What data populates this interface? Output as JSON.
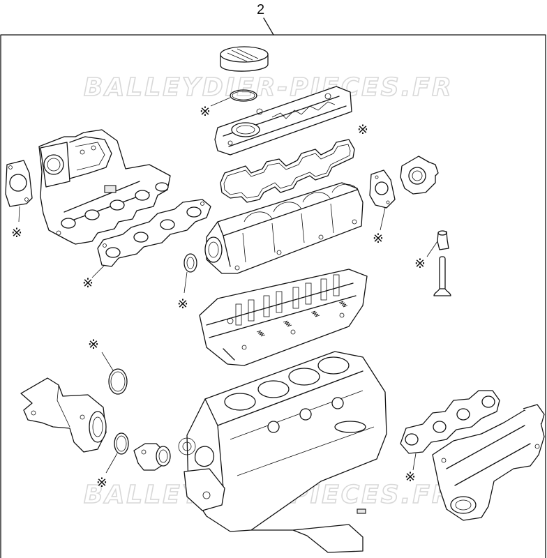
{
  "assembly_number": "2",
  "watermark_text": "BALLEYDIER-PIECES.FR",
  "gasket_marker": "※",
  "colors": {
    "line": "#111111",
    "watermark": "#d8d8d8",
    "background": "#ffffff"
  },
  "parts": [
    {
      "id": "oil-filler-cap",
      "marked": false
    },
    {
      "id": "filler-cap-seal",
      "marked": true
    },
    {
      "id": "camshaft-cover",
      "marked": false
    },
    {
      "id": "cam-cover-gasket",
      "marked": true
    },
    {
      "id": "intake-manifold",
      "marked": false
    },
    {
      "id": "throttle-flange-gasket",
      "marked": true
    },
    {
      "id": "intake-manifold-gasket",
      "marked": true
    },
    {
      "id": "camshaft-carrier",
      "marked": false
    },
    {
      "id": "camshaft-seal",
      "marked": true
    },
    {
      "id": "cover-plate-gasket",
      "marked": true
    },
    {
      "id": "cover-plate",
      "marked": false
    },
    {
      "id": "valve-stem-seal",
      "marked": true
    },
    {
      "id": "valve",
      "marked": false
    },
    {
      "id": "cylinder-head",
      "marked": false
    },
    {
      "id": "water-outlet-housing",
      "marked": false
    },
    {
      "id": "o-ring-large",
      "marked": true
    },
    {
      "id": "o-ring-small",
      "marked": true
    },
    {
      "id": "thermostat-housing",
      "marked": false
    },
    {
      "id": "engine-block",
      "marked": false
    },
    {
      "id": "exhaust-manifold-gasket",
      "marked": true
    },
    {
      "id": "exhaust-manifold",
      "marked": false
    }
  ]
}
